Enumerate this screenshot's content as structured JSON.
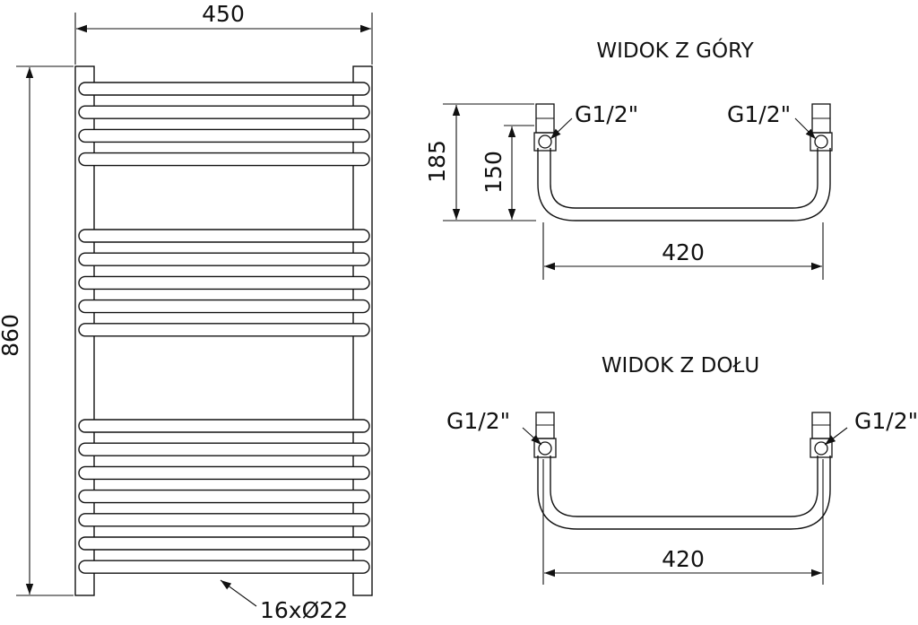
{
  "front_view": {
    "width_label": "450",
    "height_label": "860",
    "tube_spec_label": "16xØ22",
    "rail_groups": [
      4,
      5,
      7
    ]
  },
  "top_view": {
    "title": "WIDOK Z GÓRY",
    "depth_outer_label": "185",
    "depth_inner_label": "150",
    "width_label": "420",
    "left_connector_label": "G1/2\"",
    "right_connector_label": "G1/2\""
  },
  "bottom_view": {
    "title": "WIDOK Z DOŁU",
    "width_label": "420",
    "left_connector_label": "G1/2\"",
    "right_connector_label": "G1/2\""
  },
  "colors": {
    "line": "#111111",
    "background": "#ffffff"
  }
}
